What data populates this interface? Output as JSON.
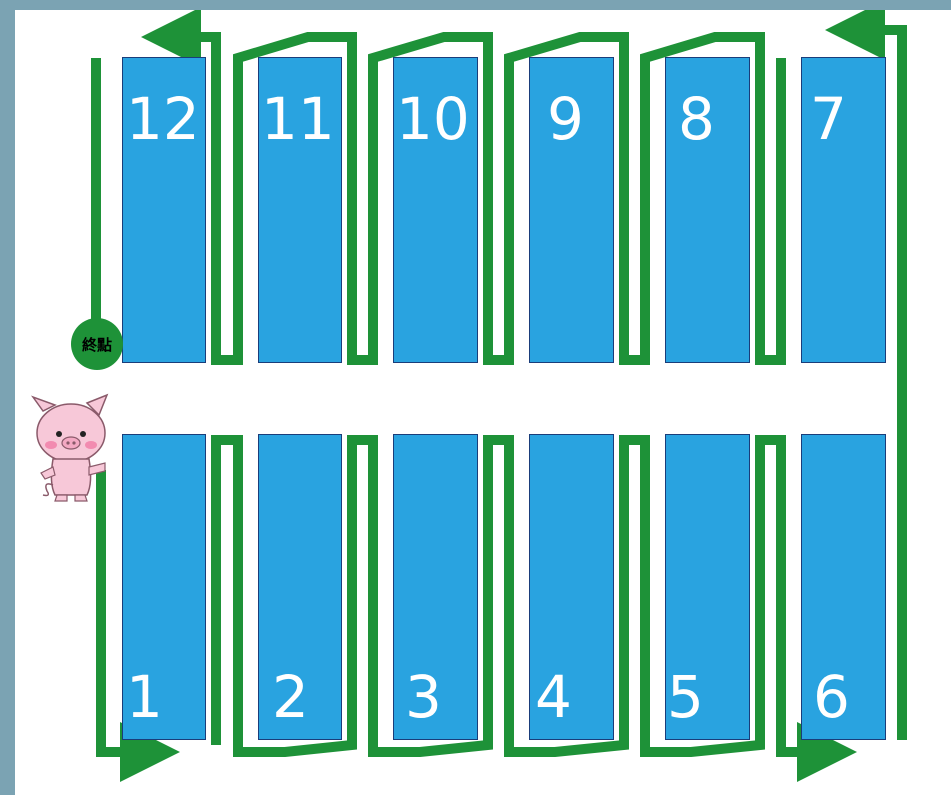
{
  "end_label": "終點",
  "colors": {
    "path": "#1E9238",
    "box": "#29A3E0",
    "box_border": "#1a3d7a",
    "pig": "#F7C8D8"
  },
  "bottom_boxes": [
    "1",
    "2",
    "3",
    "4",
    "5",
    "6"
  ],
  "top_boxes": [
    "12",
    "11",
    "10",
    "9",
    "8",
    "7"
  ]
}
